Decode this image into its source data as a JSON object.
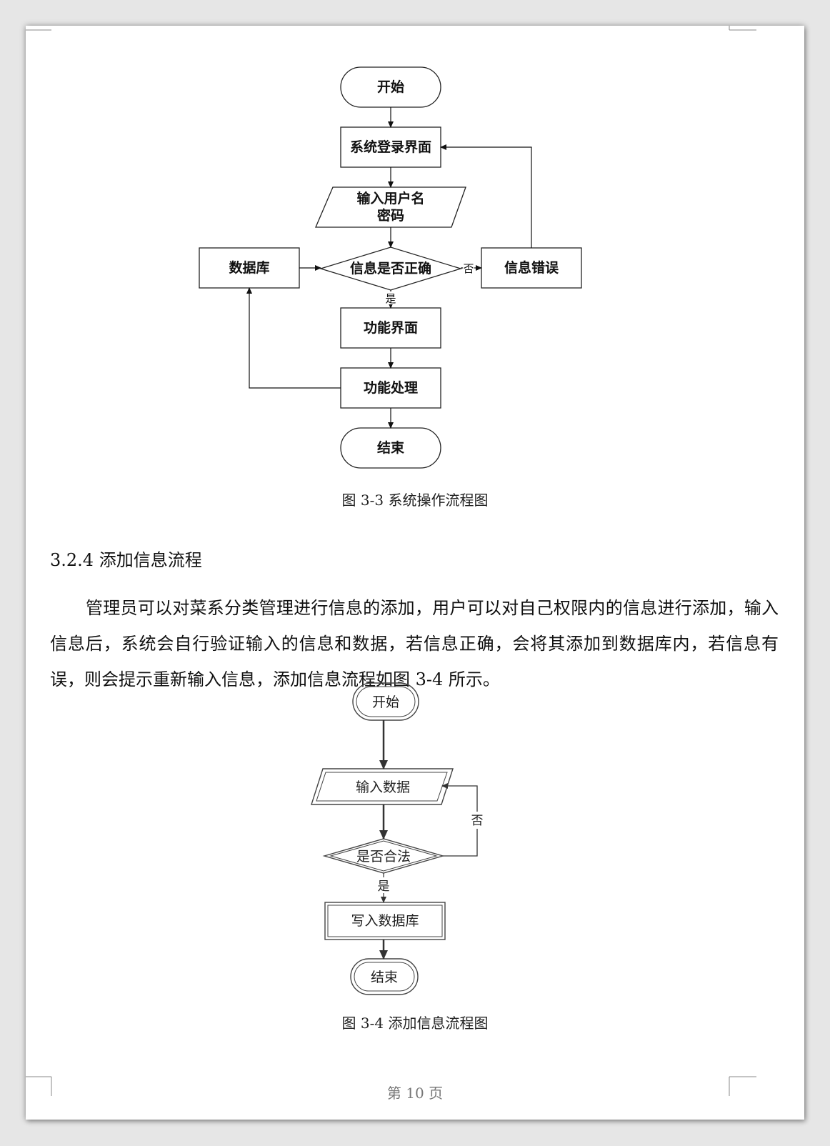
{
  "figure1": {
    "start": "开始",
    "login": "系统登录界面",
    "input_line1": "输入用户名",
    "input_line2": "密码",
    "decision": "信息是否正确",
    "database": "数据库",
    "error": "信息错误",
    "no_label": "否",
    "yes_label": "是",
    "function_ui": "功能界面",
    "function_process": "功能处理",
    "end": "结束",
    "caption": "图 3-3  系统操作流程图"
  },
  "section": {
    "heading": "3.2.4  添加信息流程",
    "paragraph": "管理员可以对菜系分类管理进行信息的添加，用户可以对自己权限内的信息进行添加，输入信息后，系统会自行验证输入的信息和数据，若信息正确，会将其添加到数据库内，若信息有误，则会提示重新输入信息，添加信息流程如图 3-4 所示。"
  },
  "figure2": {
    "start": "开始",
    "input": "输入数据",
    "decision": "是否合法",
    "no_label": "否",
    "yes_label": "是",
    "write": "写入数据库",
    "end": "结束",
    "caption": "图 3-4  添加信息流程图"
  },
  "footer": {
    "page_number": "第 10 页"
  }
}
